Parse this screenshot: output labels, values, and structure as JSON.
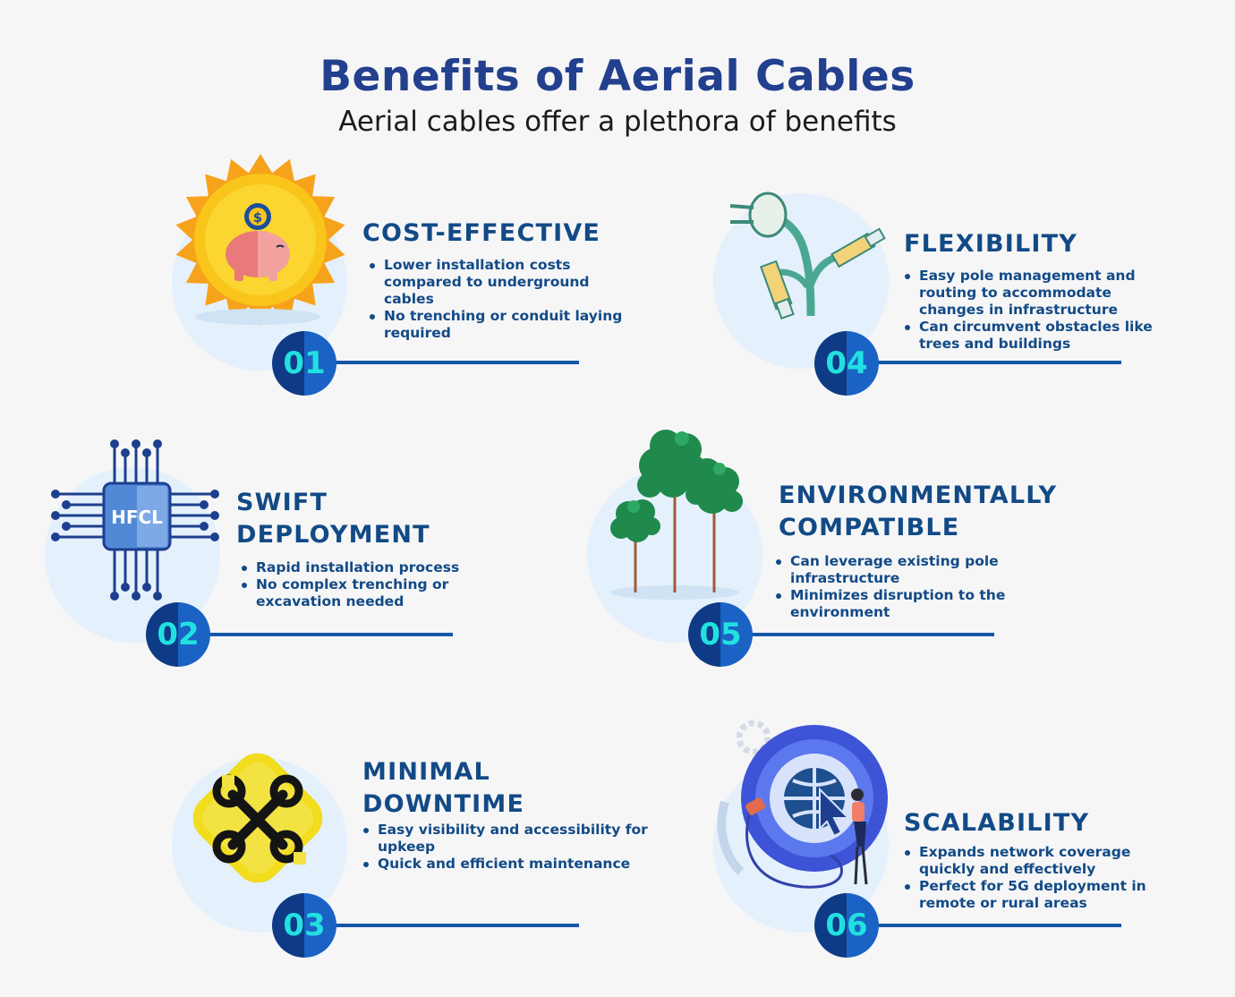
{
  "title": "Benefits of Aerial Cables",
  "subtitle": "Aerial cables offer a plethora of benefits",
  "colors": {
    "title": "#23408e",
    "heading": "#124a86",
    "line": "#1656a8",
    "badge_text": "#22e0e0",
    "circle_bg": "#e4f0fb"
  },
  "benefits": [
    {
      "number": "01",
      "heading_lines": [
        "COST-EFFECTIVE"
      ],
      "bullets": [
        "Lower installation costs compared to underground cables",
        "No trenching or conduit laying required"
      ],
      "icon": "piggy-bank-sun-icon"
    },
    {
      "number": "02",
      "heading_lines": [
        "SWIFT",
        "DEPLOYMENT"
      ],
      "bullets": [
        "Rapid installation process",
        "No complex trenching or excavation needed"
      ],
      "icon": "chip-icon",
      "chip_label": "HFCL"
    },
    {
      "number": "03",
      "heading_lines": [
        "MINIMAL",
        "DOWNTIME"
      ],
      "bullets": [
        "Easy visibility and accessibility for upkeep",
        "Quick and efficient maintenance"
      ],
      "icon": "wrench-sign-icon"
    },
    {
      "number": "04",
      "heading_lines": [
        "FLEXIBILITY"
      ],
      "bullets": [
        "Easy pole management and routing to accommodate changes in infrastructure",
        "Can circumvent obstacles like trees and buildings"
      ],
      "icon": "plug-cables-icon"
    },
    {
      "number": "05",
      "heading_lines": [
        "ENVIRONMENTALLY",
        "COMPATIBLE"
      ],
      "bullets": [
        "Can leverage existing pole infrastructure",
        "Minimizes disruption to the environment"
      ],
      "icon": "trees-icon"
    },
    {
      "number": "06",
      "heading_lines": [
        "SCALABILITY"
      ],
      "bullets": [
        "Expands network coverage quickly and effectively",
        "Perfect for 5G deployment in remote or rural areas"
      ],
      "icon": "globe-network-icon"
    }
  ]
}
